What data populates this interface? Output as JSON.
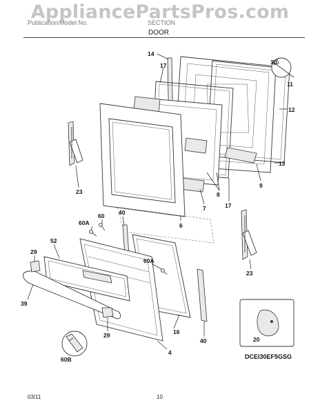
{
  "watermark": "AppliancePartsPros.com",
  "header": {
    "publication_label": "Publication/Model No.",
    "section_code": "SECTION",
    "section_title": "DOOR"
  },
  "callouts": {
    "c14": "14",
    "c17a": "17",
    "c10": "10",
    "c11": "11",
    "c12": "12",
    "c13": "13",
    "c9": "9",
    "c8": "8",
    "c17b": "17",
    "c7": "7",
    "c6": "6",
    "c23a": "23",
    "c60a": "60A",
    "c60": "60",
    "c40a": "40",
    "c52": "52",
    "c29a": "29",
    "c60a2": "60A",
    "c23b": "23",
    "c39": "39",
    "c16": "16",
    "c29b": "29",
    "c60b": "60B",
    "c40b": "40",
    "c4": "4",
    "c20": "20"
  },
  "model_code": "DCEI30EF5GSG",
  "footer": {
    "date": "03/11",
    "page": "10"
  }
}
